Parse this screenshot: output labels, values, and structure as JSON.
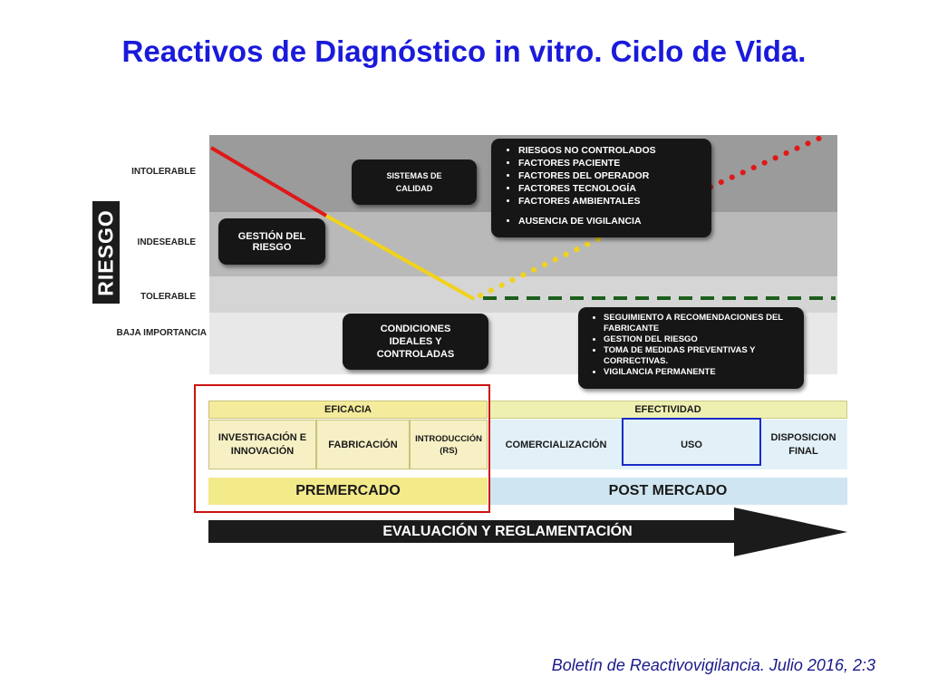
{
  "title": "Reactivos de Diagnóstico in vitro. Ciclo de Vida.",
  "axis": {
    "label": "RIESGO",
    "levels": [
      "INTOLERABLE",
      "INDESEABLE",
      "TOLERABLE",
      "BAJA IMPORTANCIA"
    ]
  },
  "boxes": {
    "calidad": "SISTEMAS DE CALIDAD",
    "gestion": "GESTIÓN DEL RIESGO",
    "condiciones": "CONDICIONES IDEALES Y CONTROLADAS",
    "riesgos": [
      "RIESGOS NO CONTROLADOS",
      "FACTORES PACIENTE",
      "FACTORES DEL OPERADOR",
      "FACTORES TECNOLOGÍA",
      "FACTORES AMBIENTALES",
      "AUSENCIA DE VIGILANCIA"
    ],
    "seguimiento": [
      "SEGUIMIENTO A RECOMENDACIONES DEL FABRICANTE",
      "GESTION DEL RIESGO",
      "TOMA DE MEDIDAS PREVENTIVAS Y CORRECTIVAS.",
      "VIGILANCIA PERMANENTE"
    ]
  },
  "phases": {
    "eficacia": "EFICACIA",
    "efectividad": "EFECTIVIDAD",
    "investigacion": "INVESTIGACIÓN E INNOVACIÓN",
    "fabricacion": "FABRICACIÓN",
    "introduccion": "INTRODUCCIÓN (RS)",
    "comercializacion": "COMERCIALIZACIÓN",
    "uso": "USO",
    "disposicion": "DISPOSICION FINAL",
    "premercado": "PREMERCADO",
    "postmercado": "POST MERCADO",
    "evaluacion": "EVALUACIÓN Y REGLAMENTACIÓN"
  },
  "colors": {
    "title": "#1a1adb",
    "red_line": "#e01818",
    "yellow_line": "#f2d21a",
    "green_dash": "#1c5e1c",
    "premercado_frame": "#cc1111",
    "uso_frame": "#1a2bc4"
  },
  "citation": "Boletín de Reactivovigilancia. Julio 2016, 2:3"
}
